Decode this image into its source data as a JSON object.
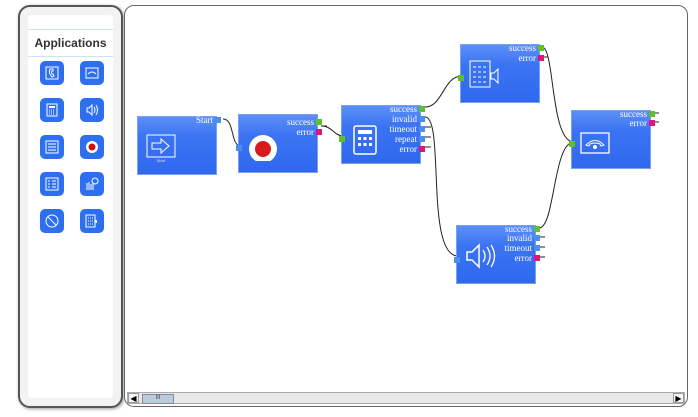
{
  "sidebar": {
    "title": "Applications",
    "apps": [
      {
        "icon": "phone-icon"
      },
      {
        "icon": "hangup-icon"
      },
      {
        "icon": "calculator-icon"
      },
      {
        "icon": "speaker-icon"
      },
      {
        "icon": "transfer-icon"
      },
      {
        "icon": "record-icon"
      },
      {
        "icon": "checklist-icon"
      },
      {
        "icon": "search-report-icon"
      },
      {
        "icon": "no-call-icon"
      },
      {
        "icon": "menu-audio-icon"
      }
    ]
  },
  "nodes": {
    "start": {
      "label": "Start",
      "ports": [
        "Start"
      ],
      "caption": "Start"
    },
    "record": {
      "ports": [
        "success",
        "error"
      ]
    },
    "menu": {
      "ports": [
        "success",
        "invalid",
        "timeout",
        "repeat",
        "error"
      ]
    },
    "menu_audio": {
      "ports": [
        "success",
        "error"
      ]
    },
    "hangup": {
      "ports": [
        "success",
        "error"
      ]
    },
    "play": {
      "ports": [
        "success",
        "invalid",
        "timeout",
        "error"
      ]
    }
  },
  "scrollbar": {
    "thumb_label": "III",
    "left_arrow": "◀",
    "right_arrow": "▶"
  },
  "colors": {
    "node": "#2f68ee",
    "success": "#5cc030",
    "error": "#e0157a",
    "other": "#4b90e8"
  }
}
